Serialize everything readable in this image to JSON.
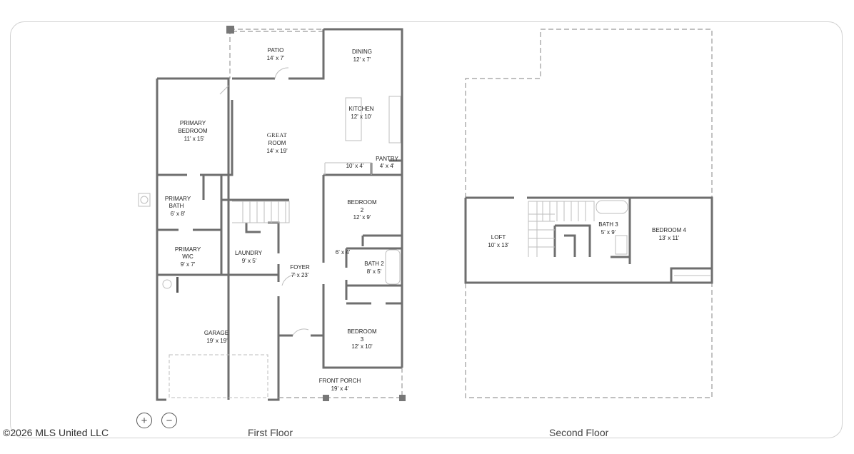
{
  "viewer": {
    "zoom_in_label": "+",
    "zoom_out_label": "−",
    "copyright": "©2026 MLS United LLC"
  },
  "floors": [
    {
      "label": "First Floor",
      "rooms": [
        {
          "name": "PATIO",
          "size": "14' x 7'"
        },
        {
          "name": "DINING",
          "size": "12' x 7'"
        },
        {
          "name": "KITCHEN",
          "size": "12' x 10'"
        },
        {
          "name": "PRIMARY",
          "name2": "BEDROOM",
          "size": "11' x 15'"
        },
        {
          "name": "GREAT",
          "name2": "ROOM",
          "size": "14' x 19'"
        },
        {
          "name": "PANTRY",
          "size": "4' x 4'"
        },
        {
          "name": "",
          "size": "10' x 4'"
        },
        {
          "name": "BEDROOM",
          "name2": "2",
          "size": "12' x 9'"
        },
        {
          "name": "PRIMARY",
          "name2": "BATH",
          "size": "6' x 8'"
        },
        {
          "name": "PRIMARY",
          "name2": "WIC",
          "size": "9' x 7'"
        },
        {
          "name": "LAUNDRY",
          "size": "9' x 5'"
        },
        {
          "name": "FOYER",
          "size": "7' x 23'"
        },
        {
          "name": "",
          "size": "6' x 4'"
        },
        {
          "name": "BATH 2",
          "size": "8' x 5'"
        },
        {
          "name": "GARAGE",
          "size": "19' x 19'"
        },
        {
          "name": "BEDROOM",
          "name2": "3",
          "size": "12' x 10'"
        },
        {
          "name": "FRONT PORCH",
          "size": "19' x 4'"
        }
      ]
    },
    {
      "label": "Second Floor",
      "rooms": [
        {
          "name": "LOFT",
          "size": "10' x 13'"
        },
        {
          "name": "BATH 3",
          "size": "5' x 9'"
        },
        {
          "name": "BEDROOM 4",
          "size": "13' x 11'"
        }
      ]
    }
  ]
}
